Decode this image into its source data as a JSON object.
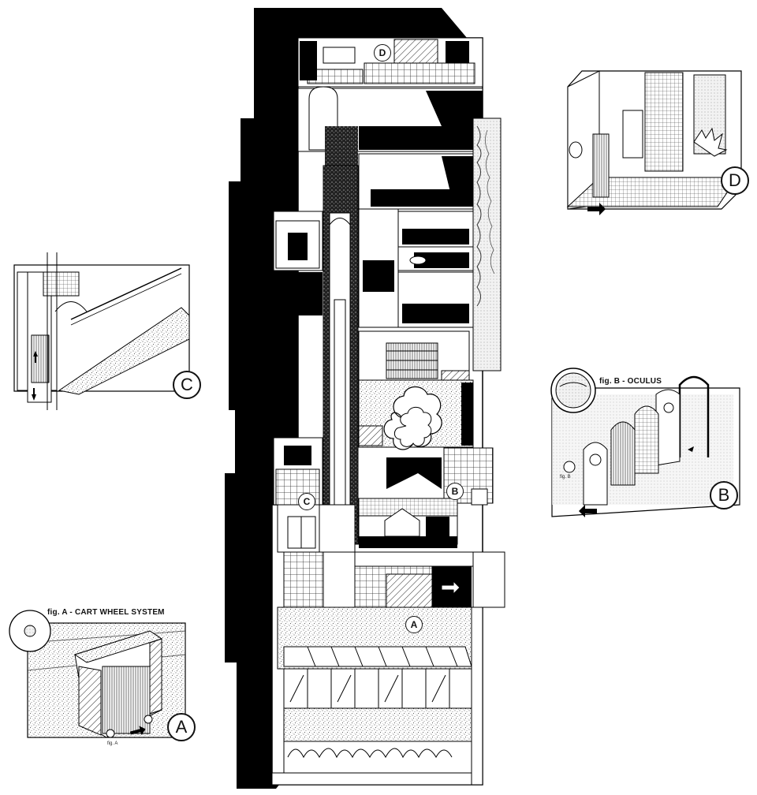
{
  "callouts": {
    "a": "A",
    "b": "B",
    "c": "C",
    "d": "D"
  },
  "captions": {
    "fig_a": "fig. A - CART WHEEL SYSTEM",
    "fig_b": "fig. B - OCULUS"
  },
  "small_labels": {
    "fig_a_small": "fig. A",
    "fig_b_small": "fig. B"
  }
}
